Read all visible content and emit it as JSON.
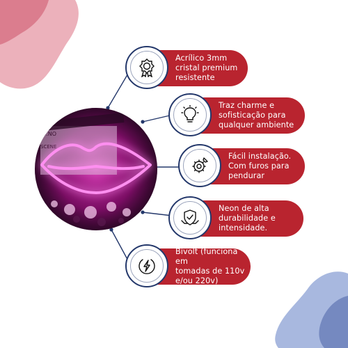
{
  "colors": {
    "pill": "#b9242f",
    "line": "#24386b",
    "blob_pink": "#d9788a",
    "blob_blue": "#7287bf",
    "neon": "#ff2bd6"
  },
  "product": {
    "sign_text": "SCENE",
    "clapper_text": "D.NO"
  },
  "features": [
    {
      "icon": "medal-icon",
      "text": "Acrílico 3mm\ncristal premium\nresistente"
    },
    {
      "icon": "lightbulb-icon",
      "text": "Traz charme e\nsofisticação para\nqualquer ambiente"
    },
    {
      "icon": "tools-icon",
      "text": "Fácil instalação.\nCom furos para\npendurar"
    },
    {
      "icon": "shield-hands-icon",
      "text": "Neon de alta\ndurabilidade e\nintensidade."
    },
    {
      "icon": "lightning-icon",
      "text": "Bivolt (funciona em\ntomadas de 110v\ne/ou 220v)"
    }
  ]
}
